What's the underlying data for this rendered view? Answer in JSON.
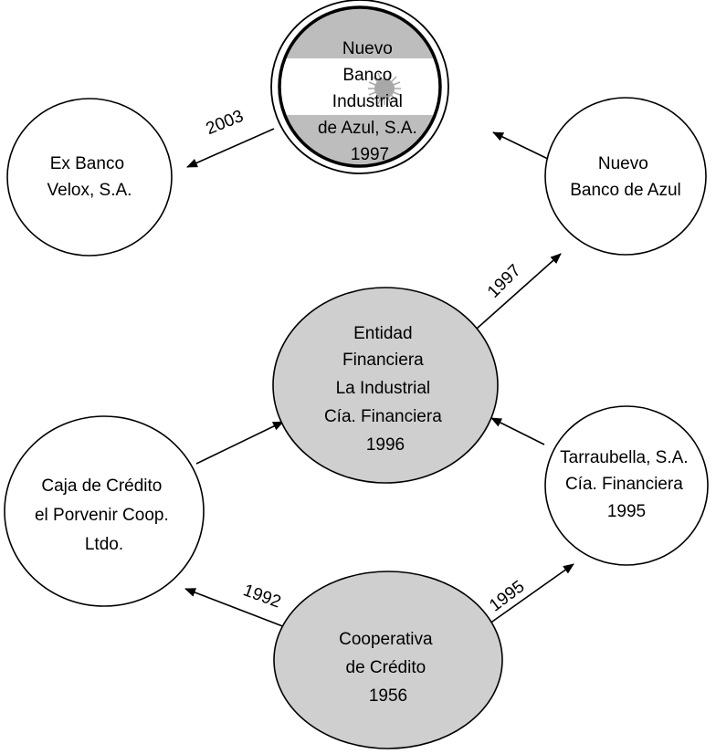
{
  "nodes": {
    "nuevo_banco_industrial": {
      "lines": [
        "Nuevo",
        "Banco",
        "Industrial",
        "de Azul, S.A.",
        "1997"
      ],
      "style": "flag"
    },
    "ex_banco_velox": {
      "lines": [
        "Ex Banco",
        "Velox, S.A."
      ],
      "style": "plain"
    },
    "nuevo_banco_de_azul": {
      "lines": [
        "Nuevo",
        "Banco de Azul"
      ],
      "style": "plain"
    },
    "entidad_financiera": {
      "lines": [
        "Entidad",
        "Financiera",
        "La Industrial",
        "Cía. Financiera",
        "1996"
      ],
      "style": "gray"
    },
    "caja_de_credito": {
      "lines": [
        "Caja de Crédito",
        "el Porvenir Coop.",
        "Ltdo."
      ],
      "style": "plain"
    },
    "tarraubella": {
      "lines": [
        "Tarraubella, S.A.",
        "Cía. Financiera",
        "1995"
      ],
      "style": "plain"
    },
    "cooperativa": {
      "lines": [
        "Cooperativa",
        "de Crédito",
        "1956"
      ],
      "style": "gray"
    }
  },
  "edges": [
    {
      "from": "nuevo_banco_industrial",
      "to": "ex_banco_velox",
      "label": "2003"
    },
    {
      "from": "nuevo_banco_de_azul",
      "to": "nuevo_banco_industrial",
      "label": ""
    },
    {
      "from": "entidad_financiera",
      "to": "nuevo_banco_de_azul",
      "label": "1997"
    },
    {
      "from": "caja_de_credito",
      "to": "entidad_financiera",
      "label": ""
    },
    {
      "from": "tarraubella",
      "to": "entidad_financiera",
      "label": ""
    },
    {
      "from": "cooperativa",
      "to": "caja_de_credito",
      "label": "1992"
    },
    {
      "from": "cooperativa",
      "to": "tarraubella",
      "label": "1995"
    }
  ],
  "colors": {
    "stroke": "#000000",
    "gray_fill": "#cfcfcf",
    "flag_band": "#bdbdbd",
    "white_fill": "#ffffff",
    "sun": "#a8a8a8"
  }
}
